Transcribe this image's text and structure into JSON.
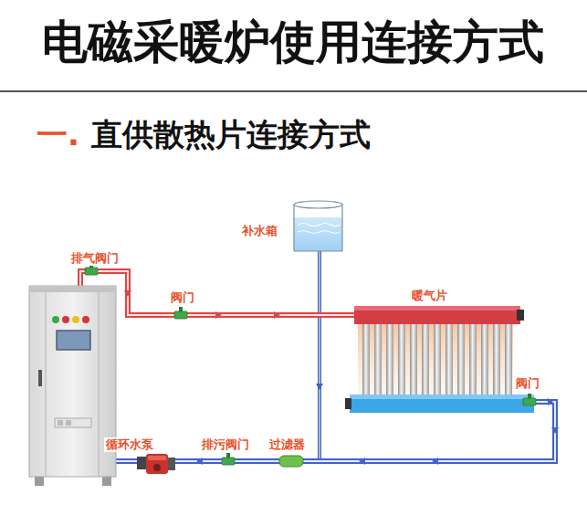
{
  "diagram": {
    "title": "电磁采暖炉使用连接方式",
    "labels": [
      "一.",
      "直供散热片连接方式",
      "排气阀门",
      "阀门",
      "补水箱",
      "暖气片",
      "阀门",
      "循环水泵",
      "排污阀门",
      "过滤器"
    ]
  }
}
